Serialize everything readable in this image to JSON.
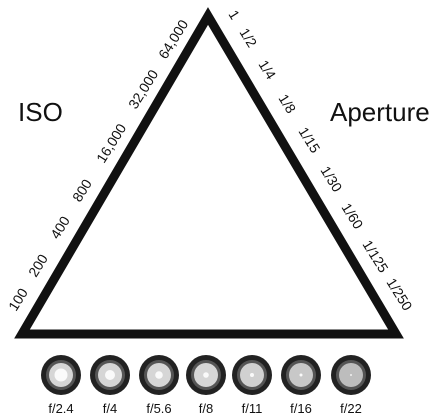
{
  "diagram": {
    "left_label": "ISO",
    "right_label": "Aperture",
    "iso_values": [
      "100",
      "200",
      "400",
      "800",
      "16,000",
      "32,000",
      "64,000"
    ],
    "shutter_values": [
      "1",
      "1/2",
      "1/4",
      "1/8",
      "1/15",
      "1/30",
      "1/60",
      "1/125",
      "1/250"
    ],
    "aperture_values": [
      "f/2.4",
      "f/4",
      "f/5.6",
      "f/8",
      "f/11",
      "f/16",
      "f/22"
    ],
    "colors": {
      "stroke": "#111111",
      "lens_outer": "#222222",
      "lens_ring": "#555555",
      "lens_glass": "#d6d6d6"
    }
  }
}
